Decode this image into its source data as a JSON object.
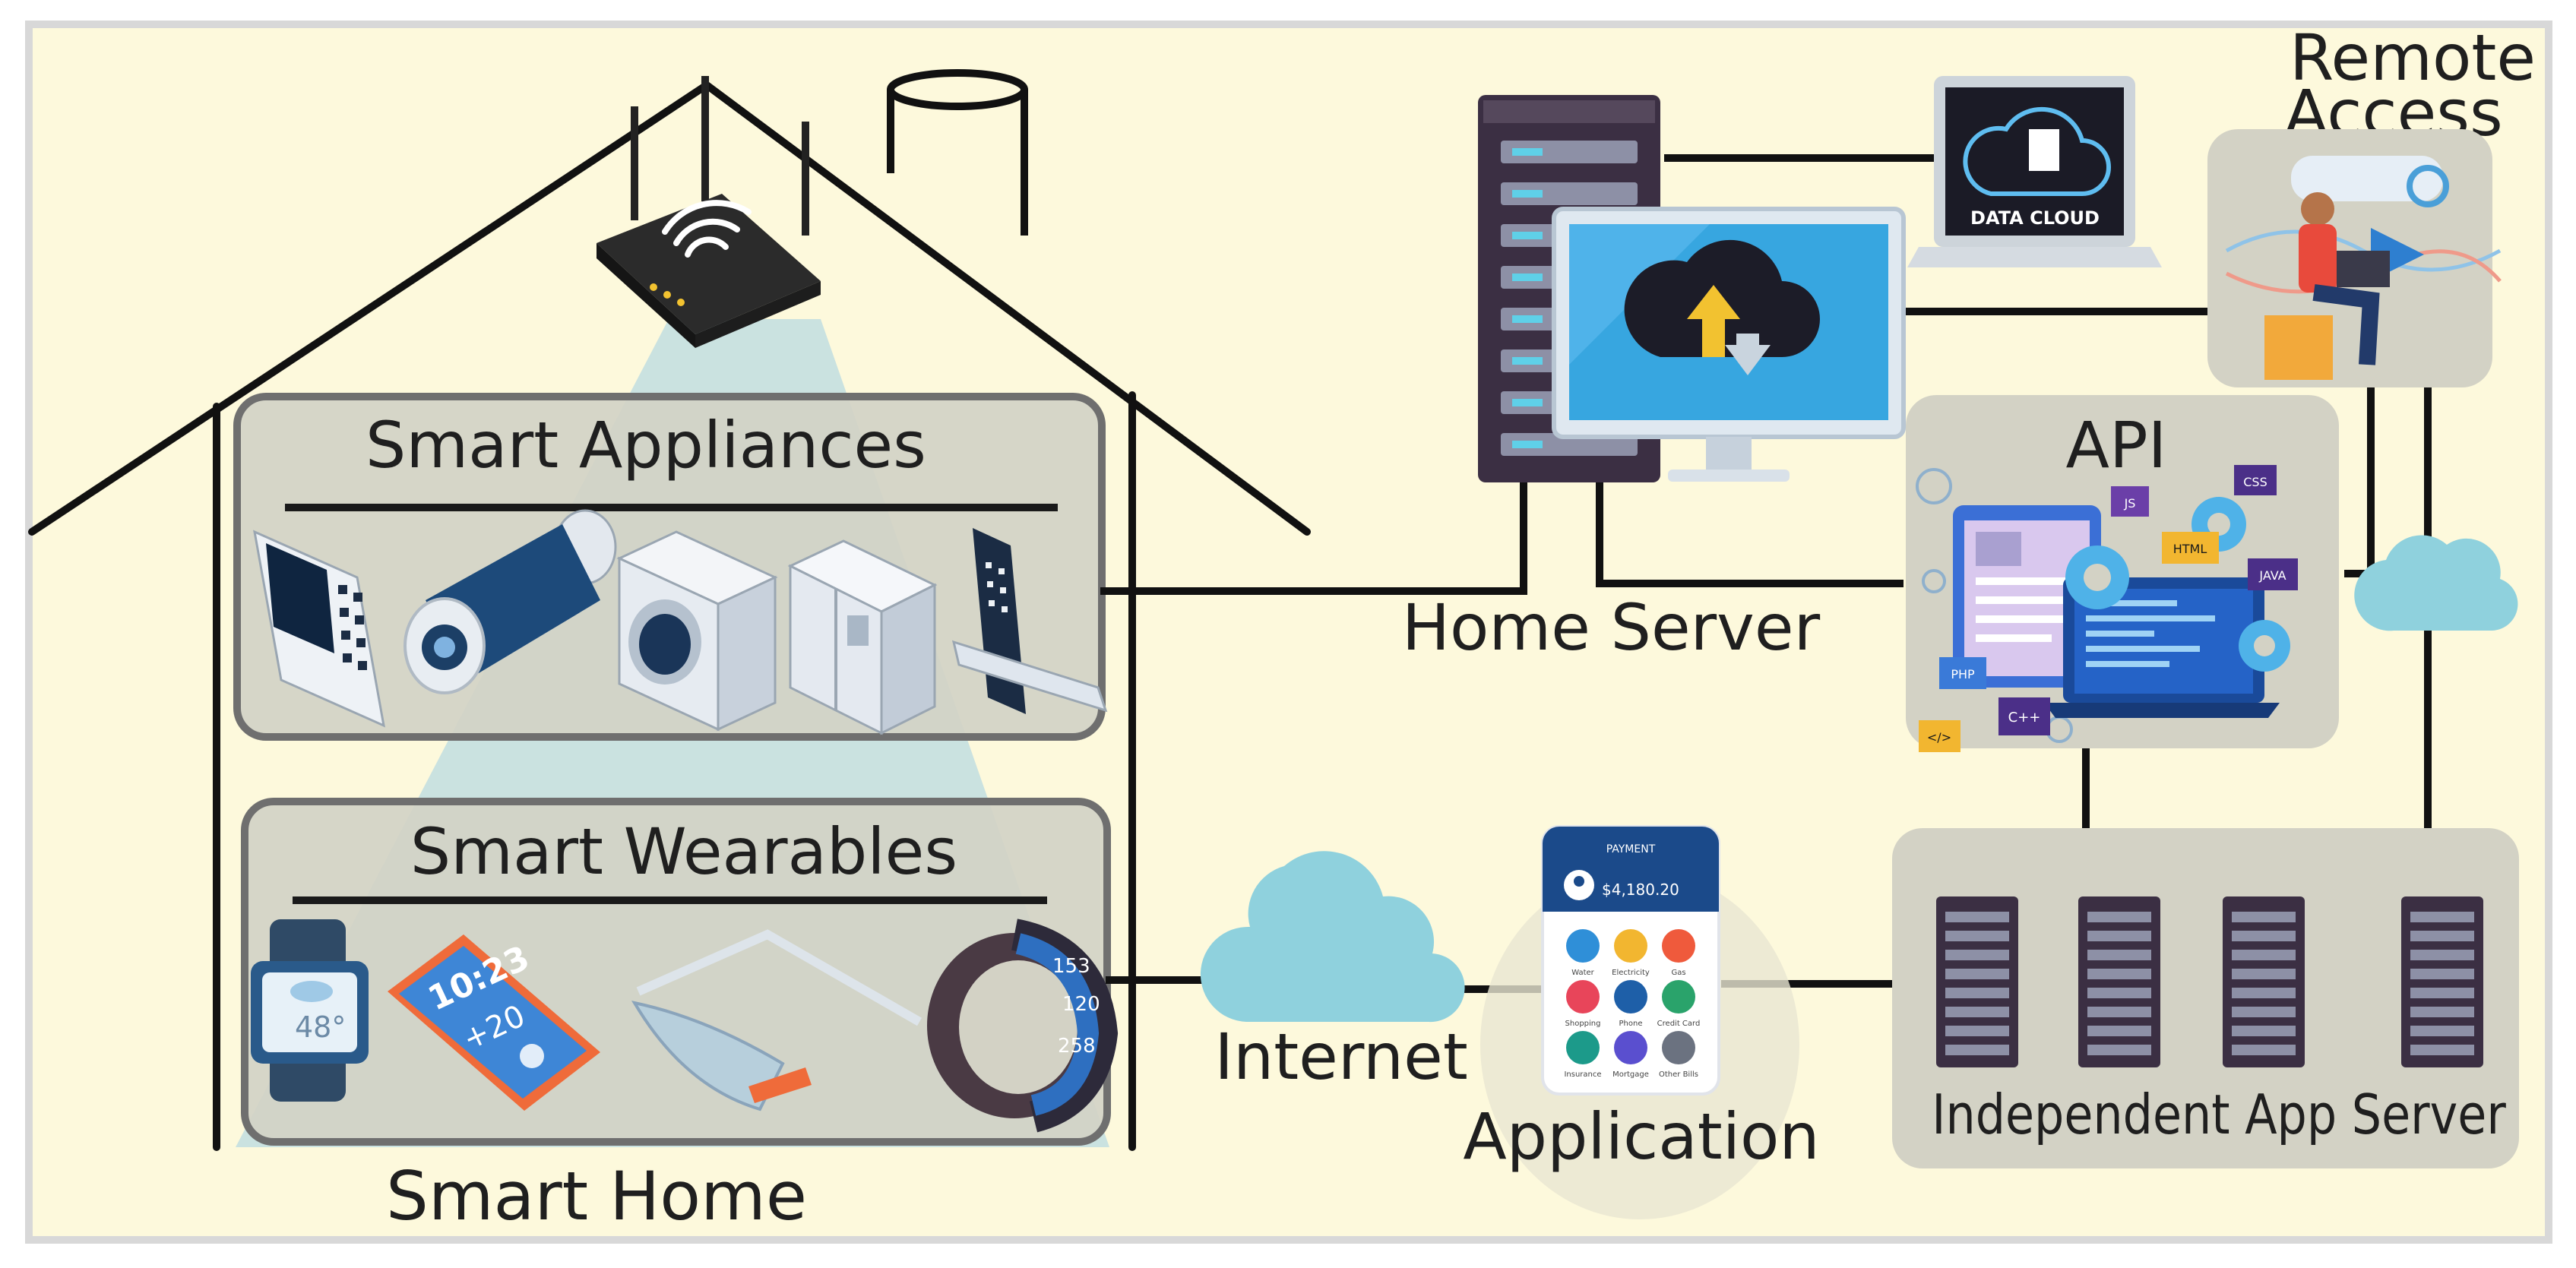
{
  "labels": {
    "smart_appliances": "Smart Appliances",
    "smart_wearables": "Smart Wearables",
    "smart_home": "Smart Home",
    "home_server": "Home Server",
    "internet": "Internet",
    "application": "Application",
    "api": "API",
    "remote_access_line1": "Remote",
    "remote_access_line2": "Access",
    "independent_app_server": "Independent App Server",
    "data_cloud": "DATA CLOUD"
  },
  "watch": {
    "temperature": "48°"
  },
  "phone_wearable": {
    "time": "10:23",
    "temperature": "+20"
  },
  "band": {
    "value_1": "153",
    "value_2": "120",
    "value_3": "258"
  },
  "payment_app": {
    "header": "PAYMENT",
    "balance": "$4,180.20",
    "tiles": [
      {
        "label": "Water",
        "color": "#2f8fd8"
      },
      {
        "label": "Electricity",
        "color": "#f2b630"
      },
      {
        "label": "Gas",
        "color": "#ef5a3c"
      },
      {
        "label": "Shopping",
        "color": "#e8455a"
      },
      {
        "label": "Phone",
        "color": "#1e5fa8"
      },
      {
        "label": "Credit Card",
        "color": "#2aa36b"
      },
      {
        "label": "Insurance",
        "color": "#1c9a8a"
      },
      {
        "label": "Mortgage",
        "color": "#5a4fcf"
      },
      {
        "label": "Other Bills",
        "color": "#6b7280"
      }
    ]
  },
  "code_tags": [
    "JS",
    "CSS",
    "HTML",
    "JAVA",
    "PHP",
    "C++",
    "</>"
  ],
  "colors": {
    "background": "#fdf9dc",
    "panel_grey": "#d3d2c5",
    "panel_border": "#6f6f6f",
    "light_beam": "#c4dfe0",
    "cloud": "#8fd1dd",
    "server_dark": "#3b2f43",
    "line": "#111111"
  }
}
